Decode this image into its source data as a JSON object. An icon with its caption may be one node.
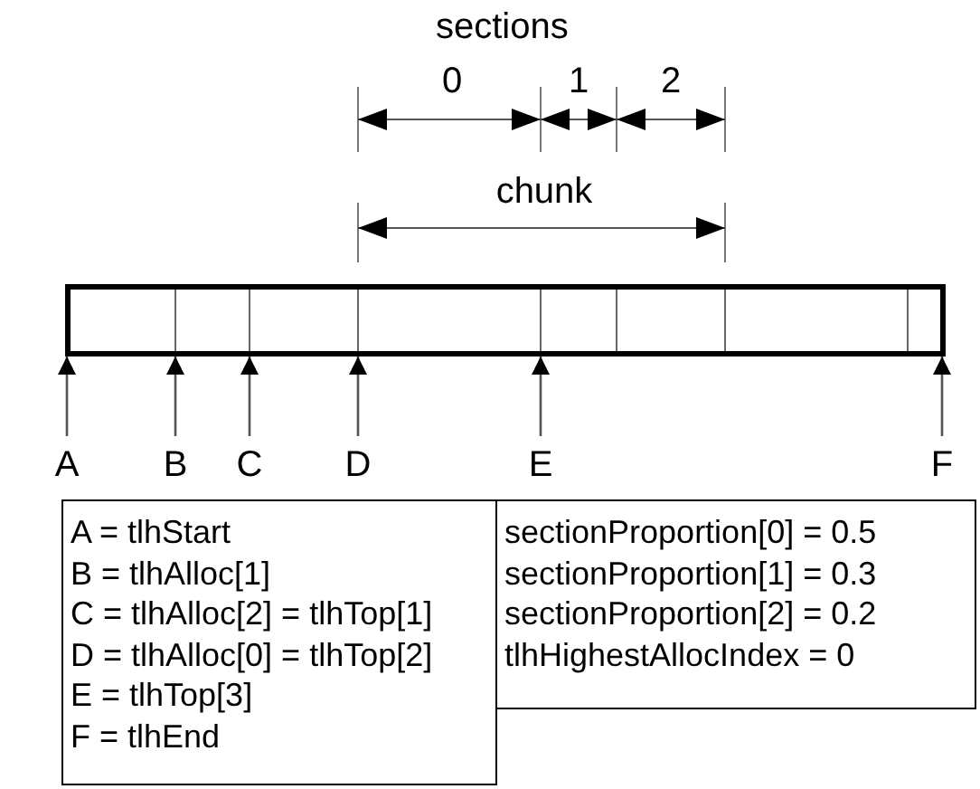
{
  "diagram": {
    "title": "sections",
    "nodes": [
      {
        "text": [],
        "shape": "bar"
      },
      {
        "text": [
          "A"
        ]
      },
      {
        "text": [
          "B"
        ]
      },
      {
        "text": [
          "C"
        ]
      },
      {
        "text": [
          "D"
        ]
      },
      {
        "text": [
          "E"
        ]
      },
      {
        "text": [
          "F"
        ]
      },
      {
        "text": [
          "A = tlhStart",
          "B = tlhAlloc[1]",
          "C = tlhAlloc[2] = tlhTop[1]",
          "D = tlhAlloc[0] = tlhTop[2]",
          "E = tlhTop[3]",
          "F = tlhEnd"
        ]
      },
      {
        "text": [
          "sectionProportion[0] = 0.5",
          "sectionProportion[1] = 0.3",
          "sectionProportion[2] = 0.2",
          "tlhHighestAllocIndex = 0"
        ]
      }
    ],
    "edges": [
      {
        "from": 1,
        "to": 0,
        "arrow": "to"
      },
      {
        "from": 2,
        "to": 0,
        "arrow": "to"
      },
      {
        "from": 3,
        "to": 0,
        "arrow": "to"
      },
      {
        "from": 4,
        "to": 0,
        "arrow": "to"
      },
      {
        "from": 5,
        "to": 0,
        "arrow": "to"
      },
      {
        "from": 6,
        "to": 0,
        "arrow": "to"
      }
    ],
    "labels": [
      "0",
      "1",
      "2",
      "chunk"
    ]
  }
}
